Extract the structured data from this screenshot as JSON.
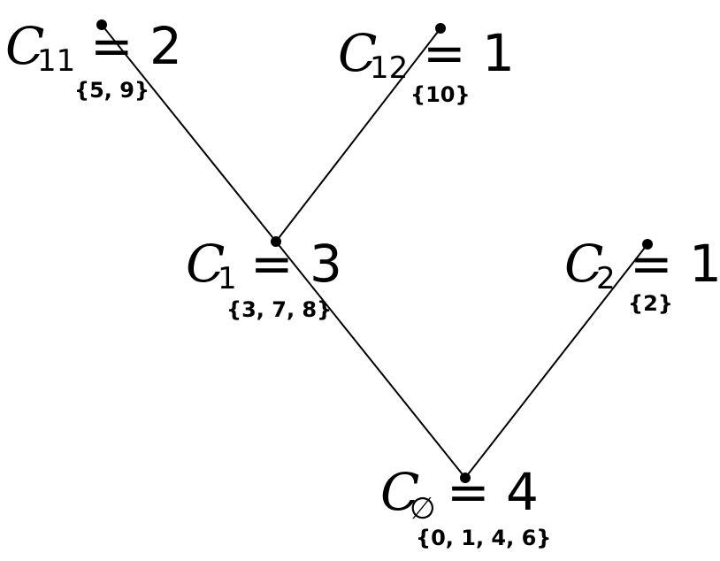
{
  "diagram": {
    "nodes": [
      {
        "id": "c11",
        "symbol": "C",
        "subscript": "11",
        "equals": "= 2",
        "set": "{5, 9}"
      },
      {
        "id": "c12",
        "symbol": "C",
        "subscript": "12",
        "equals": "= 1",
        "set": "{10}"
      },
      {
        "id": "c1",
        "symbol": "C",
        "subscript": "1",
        "equals": "= 3",
        "set": "{3, 7, 8}"
      },
      {
        "id": "c2",
        "symbol": "C",
        "subscript": "2",
        "equals": "= 1",
        "set": "{2}"
      },
      {
        "id": "c0",
        "symbol": "C",
        "subscript": "∅",
        "equals": "= 4",
        "set": "{0, 1, 4, 6}"
      }
    ],
    "edges": [
      {
        "from": "c11",
        "to": "c1"
      },
      {
        "from": "c12",
        "to": "c1"
      },
      {
        "from": "c1",
        "to": "c0"
      },
      {
        "from": "c2",
        "to": "c0"
      }
    ]
  }
}
